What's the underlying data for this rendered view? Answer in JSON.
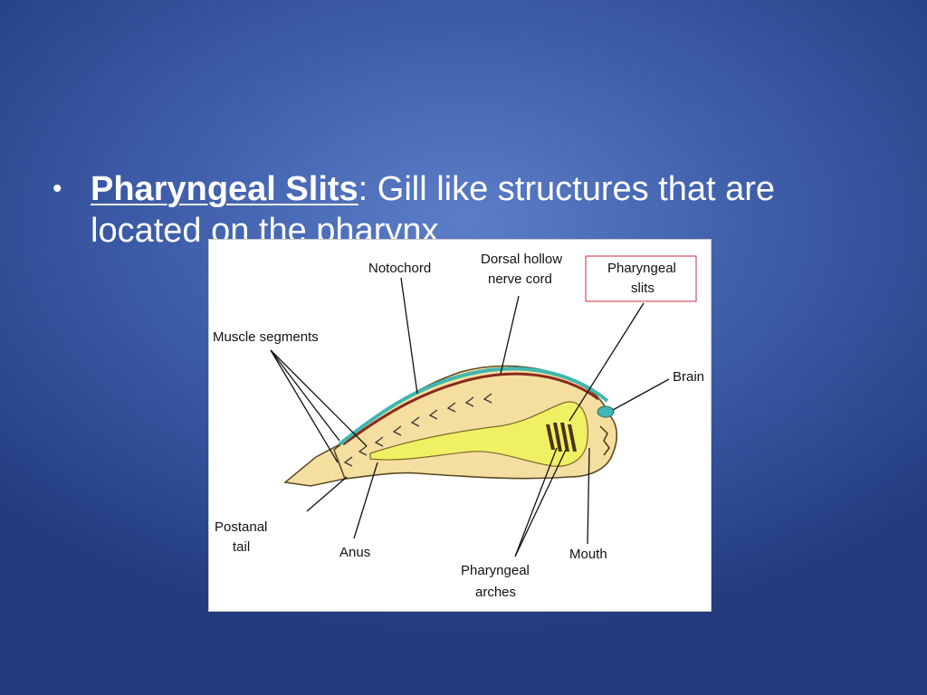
{
  "bullet": {
    "symbol": "•",
    "term": "Pharyngeal Slits",
    "separator": ":",
    "definition": " Gill like structures that are located on the pharynx"
  },
  "diagram": {
    "labels": {
      "notochord": "Notochord",
      "dorsal_line1": "Dorsal hollow",
      "dorsal_line2": "nerve cord",
      "slits_line1": "Pharyngeal",
      "slits_line2": "slits",
      "muscle": "Muscle segments",
      "brain": "Brain",
      "tail_line1": "Postanal",
      "tail_line2": "tail",
      "anus": "Anus",
      "arches_line1": "Pharyngeal",
      "arches_line2": "arches",
      "mouth": "Mouth"
    },
    "colors": {
      "body": "#f5dfa0",
      "body_outline": "#5a4a22",
      "nerve_cord": "#3fb7b2",
      "notochord": "#8a2a1e",
      "gut": "#f0f064",
      "slit_box": "#cc2b3b"
    }
  }
}
